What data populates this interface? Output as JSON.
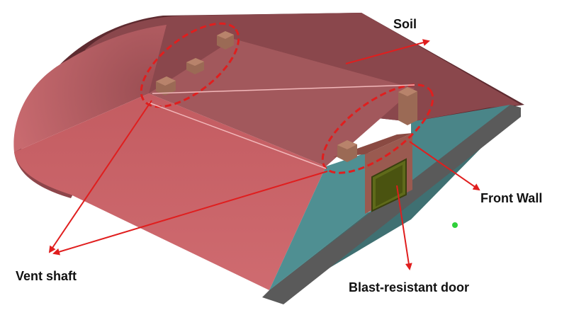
{
  "labels": {
    "soil": "Soil",
    "front_wall": "Front Wall",
    "vent_shaft": "Vent shaft",
    "blast_door": "Blast-resistant door"
  },
  "colors": {
    "soil_top": "#8c4a4e",
    "soil_back": "#5e2b30",
    "soil_front_face": "#c85e63",
    "slope": "#4f8f92",
    "base_slab": "#5a5a5a",
    "wall": "#9a5a50",
    "shaft": "#9b6a55",
    "door": "#5f6a1a",
    "arrow": "#e01e1e",
    "marker": "#2fd03a"
  }
}
